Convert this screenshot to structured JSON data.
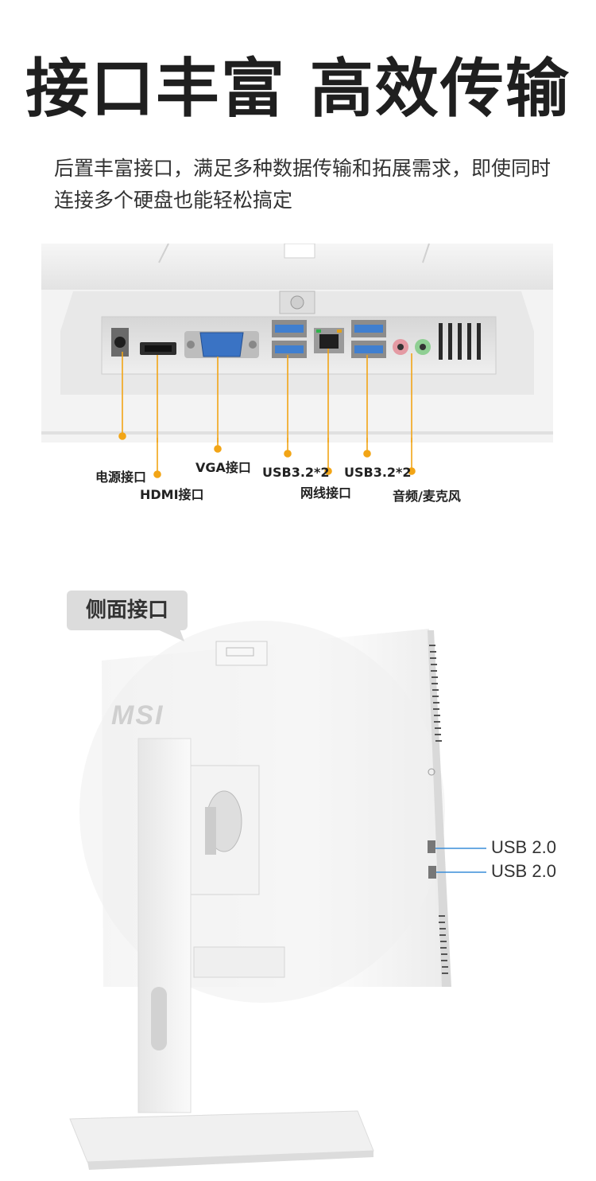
{
  "headline": "接口丰富 高效传输",
  "description": "后置丰富接口，满足多种数据传输和拓展需求，即使同时连接多个硬盘也能轻松搞定",
  "rear_ports": {
    "power": "电源接口",
    "hdmi": "HDMI接口",
    "vga": "VGA接口",
    "usb_left": "USB3.2*2",
    "lan": "网线接口",
    "usb_right": "USB3.2*2",
    "audio": "音频/麦克风"
  },
  "side": {
    "tag": "侧面接口",
    "logo": "MSI",
    "usb_top": "USB 2.0",
    "usb_bottom": "USB 2.0"
  },
  "colors": {
    "accent": "#f2a516",
    "headline": "#1f1f1f",
    "tag_bg": "#dcdcdc"
  }
}
